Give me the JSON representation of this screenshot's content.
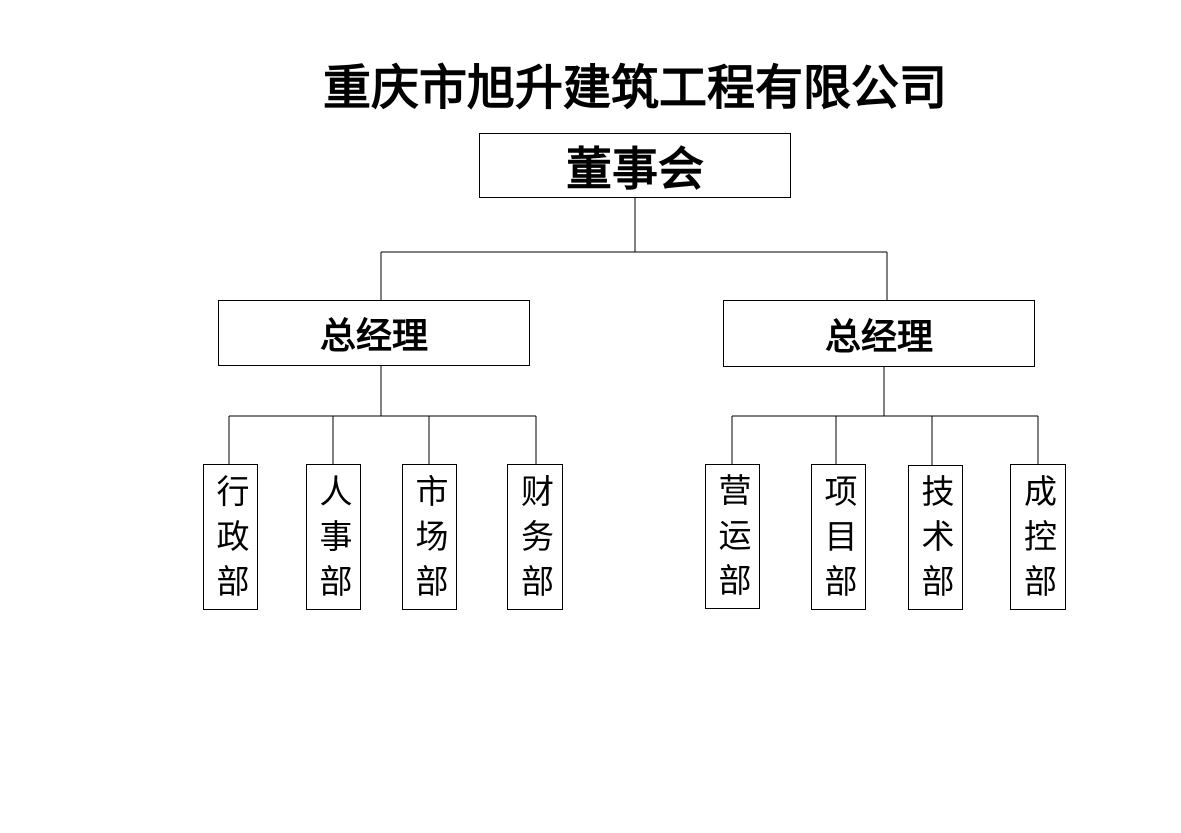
{
  "title": "重庆市旭升建筑工程有限公司",
  "board": "董事会",
  "left_gm": "总经理",
  "right_gm": "总经理",
  "left_departments": [
    "行政部",
    "人事部",
    "市场部",
    "财务部"
  ],
  "right_departments": [
    "营运部",
    "项目部",
    "技术部",
    "成控部"
  ]
}
